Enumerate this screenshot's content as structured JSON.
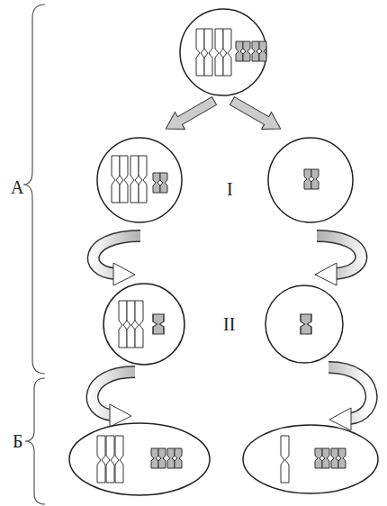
{
  "diagram": {
    "labels": [
      "А",
      "I",
      "II",
      "Б"
    ]
  }
}
